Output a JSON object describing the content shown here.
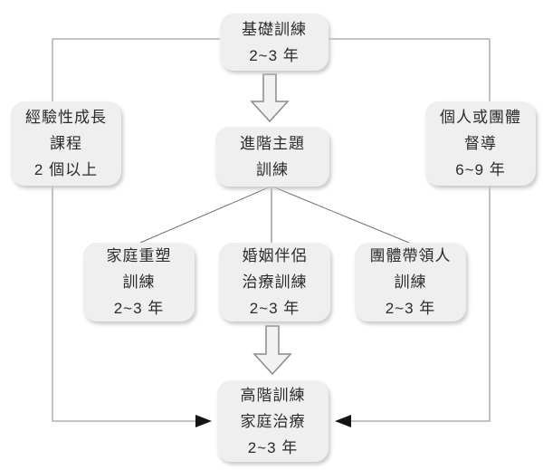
{
  "diagram": {
    "title_hint": "family therapy training path flowchart",
    "boxes": {
      "basic": {
        "line1": "基礎訓練",
        "line2": "2~3 年"
      },
      "experiential": {
        "line1": "經驗性成長",
        "line2": "課程",
        "line3": "2 個以上"
      },
      "supervision": {
        "line1": "個人或團體",
        "line2": "督導",
        "line3": "6~9 年"
      },
      "advanced_theme": {
        "line1": "進階主題",
        "line2": "訓練"
      },
      "family_reconstruction": {
        "line1": "家庭重塑",
        "line2": "訓練",
        "line3": "2~3 年"
      },
      "couple_therapy": {
        "line1": "婚姻伴侶",
        "line2": "治療訓練",
        "line3": "2~3 年"
      },
      "group_leader": {
        "line1": "團體帶領人",
        "line2": "訓練",
        "line3": "2~3 年"
      },
      "advanced_training": {
        "line1": "高階訓練",
        "line2": "家庭治療",
        "line3": "2~3 年"
      }
    },
    "connections": [
      "basic -> advanced_theme (hollow down arrow)",
      "advanced_theme -> family_reconstruction (line)",
      "advanced_theme -> couple_therapy (line)",
      "advanced_theme -> group_leader (line)",
      "couple_therapy -> advanced_training (hollow down arrow)",
      "experiential rail -> advanced_training (black arrowhead)",
      "supervision rail -> advanced_training (black arrowhead)"
    ],
    "colors": {
      "background": "#ffffff",
      "box_fill": "#efefef",
      "box_shadow": "#c9c9c9",
      "text": "#2b2b2b",
      "rail_line": "#a0a0a0",
      "fan_line": "#6e6e6e",
      "hollow_arrow_stroke": "#8a8a8a",
      "hollow_arrow_fill": "#f2f2f2",
      "arrowhead": "#141414"
    }
  }
}
